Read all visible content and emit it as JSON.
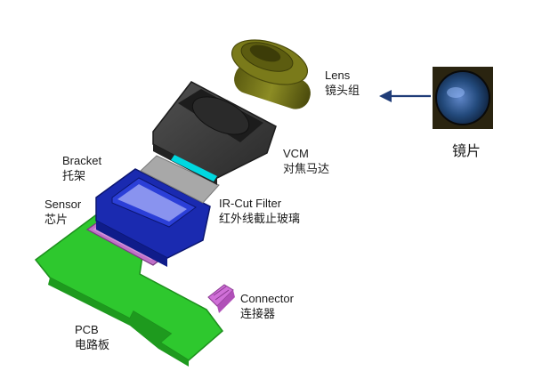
{
  "components": [
    {
      "id": "lens",
      "en": "Lens",
      "zh": "镜头组"
    },
    {
      "id": "vcm",
      "en": "VCM",
      "zh": "对焦马达"
    },
    {
      "id": "bracket",
      "en": "Bracket",
      "zh": "托架"
    },
    {
      "id": "ircut",
      "en": "IR-Cut Filter",
      "zh": "红外线截止玻璃"
    },
    {
      "id": "sensor",
      "en": "Sensor",
      "zh": "芯片"
    },
    {
      "id": "connector",
      "en": "Connector",
      "zh": "连接器"
    },
    {
      "id": "pcb",
      "en": "PCB",
      "zh": "电路板"
    }
  ],
  "inset": {
    "label": "镜片"
  },
  "colors": {
    "lens": "#7a7a1a",
    "vcm": "#3a3a3a",
    "ir_glass": "#00d8e0",
    "filter": "#a8a8a8",
    "bracket": "#1a2ab0",
    "sensor": "#c070c8",
    "pcb": "#2ec82e",
    "connector": "#d070d8",
    "arrow": "#1f3c78"
  }
}
